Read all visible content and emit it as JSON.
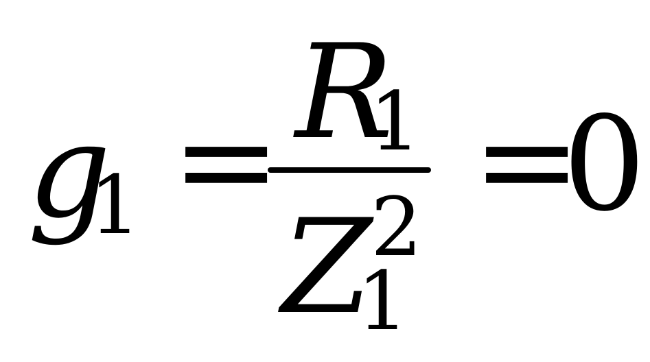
{
  "equation": {
    "lhs_symbol": "g",
    "lhs_subscript": "1",
    "equals_1": "=",
    "numerator_symbol": "R",
    "numerator_subscript": "1",
    "denominator_symbol": "Z",
    "denominator_superscript": "2",
    "denominator_subscript": "1",
    "equals_2": "=",
    "result": "0"
  }
}
